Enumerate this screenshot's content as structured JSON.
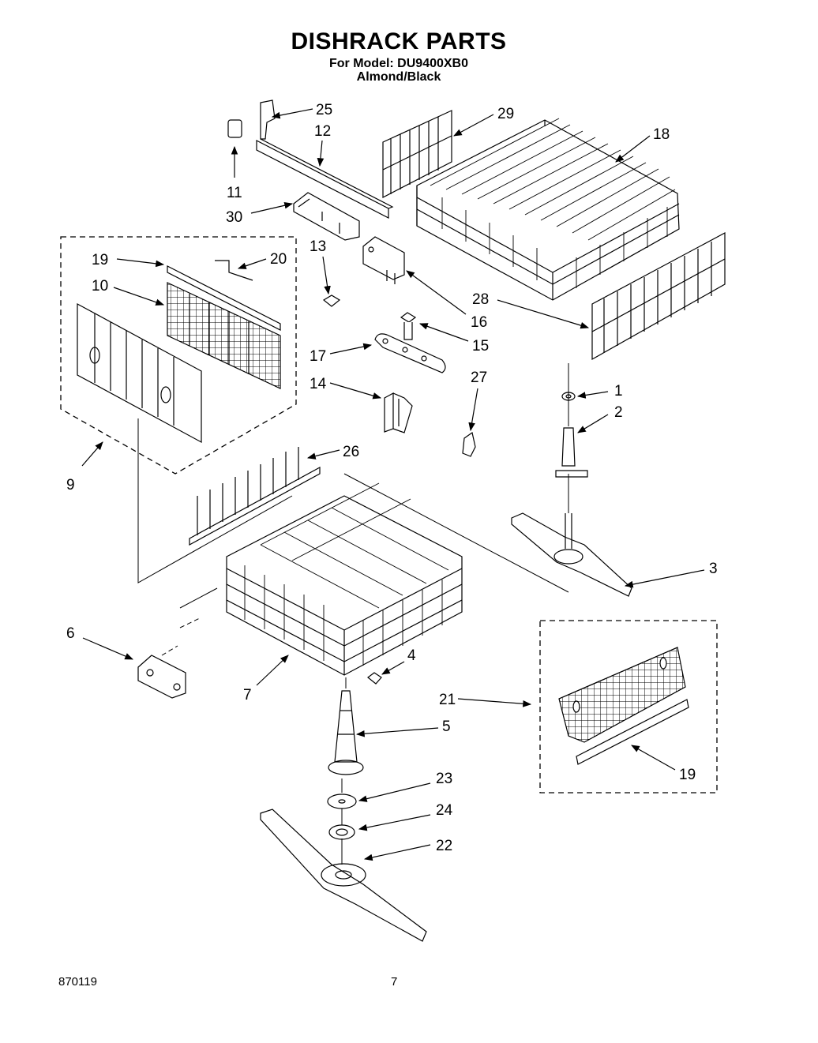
{
  "header": {
    "title": "DISHRACK PARTS",
    "model_line": "For Model: DU9400XB0",
    "color_line": "Almond/Black"
  },
  "footer": {
    "doc_number": "870119",
    "page_number": "7"
  },
  "callouts": {
    "c1": "1",
    "c2": "2",
    "c3": "3",
    "c4": "4",
    "c5": "5",
    "c6": "6",
    "c7": "7",
    "c9": "9",
    "c10": "10",
    "c11": "11",
    "c12": "12",
    "c13": "13",
    "c14": "14",
    "c15": "15",
    "c16": "16",
    "c17": "17",
    "c18": "18",
    "c19a": "19",
    "c19b": "19",
    "c20": "20",
    "c21": "21",
    "c22": "22",
    "c23": "23",
    "c24": "24",
    "c25": "25",
    "c26": "26",
    "c27": "27",
    "c28": "28",
    "c29": "29",
    "c30": "30"
  }
}
